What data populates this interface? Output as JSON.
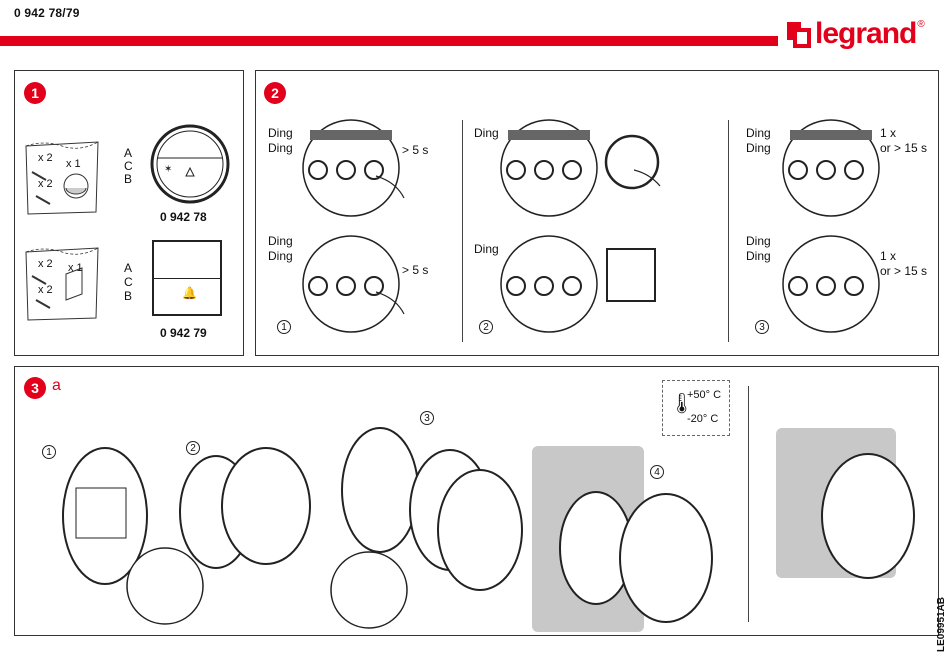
{
  "header": {
    "product_codes": "0 942 78/79",
    "brand": "legrand",
    "registered": "®",
    "brand_color": "#e2001a"
  },
  "panel1": {
    "step": "1",
    "pack_round": {
      "qty_screws": "x 2",
      "qty_plugs": "x 2",
      "qty_item": "x 1"
    },
    "pack_square": {
      "qty_screws": "x 2",
      "qty_plugs": "x 2",
      "qty_item": "x 1"
    },
    "round_labels": {
      "a": "A",
      "c": "C",
      "b": "B"
    },
    "round_code": "0 942 78",
    "square_labels": {
      "a": "A",
      "c": "C",
      "b": "B"
    },
    "square_code": "0 942 79"
  },
  "panel2": {
    "step": "2",
    "col1": {
      "top_text_1": "Ding",
      "top_text_2": "Ding",
      "top_time": "> 5 s",
      "bottom_text_1": "Ding",
      "bottom_text_2": "Ding",
      "bottom_time": "> 5 s",
      "num": "1"
    },
    "col2": {
      "top_text": "Ding",
      "bottom_text": "Ding",
      "num": "2"
    },
    "col3": {
      "top_text_1": "Ding",
      "top_text_2": "Ding",
      "top_time_1": "1 x",
      "top_time_2": "or > 15 s",
      "bottom_text_1": "Ding",
      "bottom_text_2": "Ding",
      "bottom_time_1": "1 x",
      "bottom_time_2": "or > 15 s",
      "num": "3"
    }
  },
  "panel3": {
    "step": "3",
    "sub": "a",
    "nums": [
      "1",
      "2",
      "3",
      "4"
    ],
    "temp_high": "+50° C",
    "temp_low": "-20° C"
  },
  "footer": {
    "doc_ref": "LE09951AB"
  }
}
